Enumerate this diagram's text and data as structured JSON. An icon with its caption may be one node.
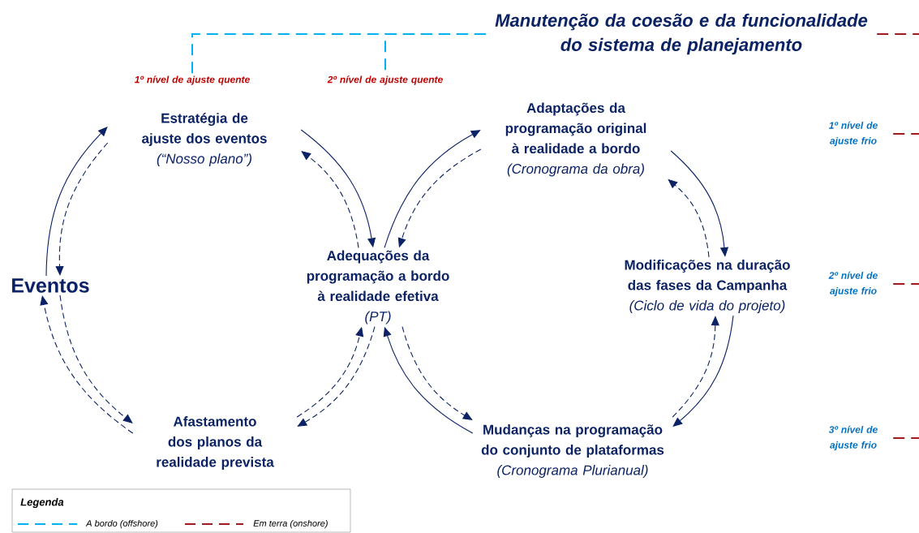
{
  "diagram": {
    "nodes": [
      {
        "text": [
          "Eventos"
        ]
      },
      {
        "text": [
          "Estratégia de ajuste dos eventos",
          "(“Nosso plano”)"
        ]
      },
      {
        "text": [
          "Adequações da programação a bordo à realidade efetiva",
          "(PT)"
        ]
      },
      {
        "text": [
          "Afastamento dos planos da realidade prevista"
        ]
      },
      {
        "text": [
          "Adaptações da programação original à realidade a bordo",
          "(Cronograma da obra)"
        ]
      },
      {
        "text": [
          "Modificações na duração das fases da Campanha",
          "(Ciclo de vida do projeto)"
        ]
      },
      {
        "text": [
          "Mudanças na programação do conjunto de plataformas",
          "(Cronograma Plurianual)"
        ]
      },
      {
        "text": [
          "Manutenção da coesão e da funcionalidade do sistema de planejamento"
        ]
      },
      {
        "text": [
          "1º nível de ajuste quente"
        ]
      },
      {
        "text": [
          "2º nível de ajuste quente"
        ]
      },
      {
        "text": [
          "1º nível de ajuste frio"
        ]
      },
      {
        "text": [
          "2º nível de ajuste frio"
        ]
      },
      {
        "text": [
          "3º nível de ajuste frio"
        ]
      }
    ],
    "edges": [
      {
        "from": 0,
        "to": 1,
        "arrow": "to"
      },
      {
        "from": 1,
        "to": 0,
        "arrow": "to",
        "style": "dashed"
      },
      {
        "from": 1,
        "to": 2,
        "arrow": "to"
      },
      {
        "from": 2,
        "to": 1,
        "arrow": "to",
        "style": "dashed"
      },
      {
        "from": 2,
        "to": 4,
        "arrow": "to"
      },
      {
        "from": 4,
        "to": 2,
        "arrow": "to",
        "style": "dashed"
      },
      {
        "from": 4,
        "to": 5,
        "arrow": "to"
      },
      {
        "from": 5,
        "to": 4,
        "arrow": "to",
        "style": "dashed"
      },
      {
        "from": 5,
        "to": 6,
        "arrow": "to"
      },
      {
        "from": 6,
        "to": 5,
        "arrow": "to",
        "style": "dashed"
      },
      {
        "from": 6,
        "to": 2,
        "arrow": "to"
      },
      {
        "from": 2,
        "to": 6,
        "arrow": "to",
        "style": "dashed"
      },
      {
        "from": 3,
        "to": 2,
        "arrow": "to",
        "style": "dashed"
      },
      {
        "from": 2,
        "to": 3,
        "arrow": "to",
        "style": "dashed"
      },
      {
        "from": 0,
        "to": 3,
        "arrow": "to",
        "style": "dashed"
      },
      {
        "from": 3,
        "to": 0,
        "arrow": "to",
        "style": "dashed"
      },
      {
        "from": 7,
        "to": 8,
        "arrow": "none",
        "style": "dashed",
        "color": "#00b0f0"
      },
      {
        "from": 7,
        "to": 9,
        "arrow": "none",
        "style": "dashed",
        "color": "#00b0f0"
      },
      {
        "from": 7,
        "to": null,
        "arrow": "none",
        "style": "dashed",
        "color": "#a01c1c"
      },
      {
        "from": 10,
        "to": null,
        "arrow": "none",
        "style": "dashed",
        "color": "#a01c1c"
      },
      {
        "from": 11,
        "to": null,
        "arrow": "none",
        "style": "dashed",
        "color": "#a01c1c"
      },
      {
        "from": 12,
        "to": null,
        "arrow": "none",
        "style": "dashed",
        "color": "#a01c1c"
      }
    ],
    "labels": [
      "Legenda"
    ],
    "legend": [
      {
        "text": "A bordo (offshore)"
      },
      {
        "text": "Em terra (onshore)"
      }
    ]
  }
}
